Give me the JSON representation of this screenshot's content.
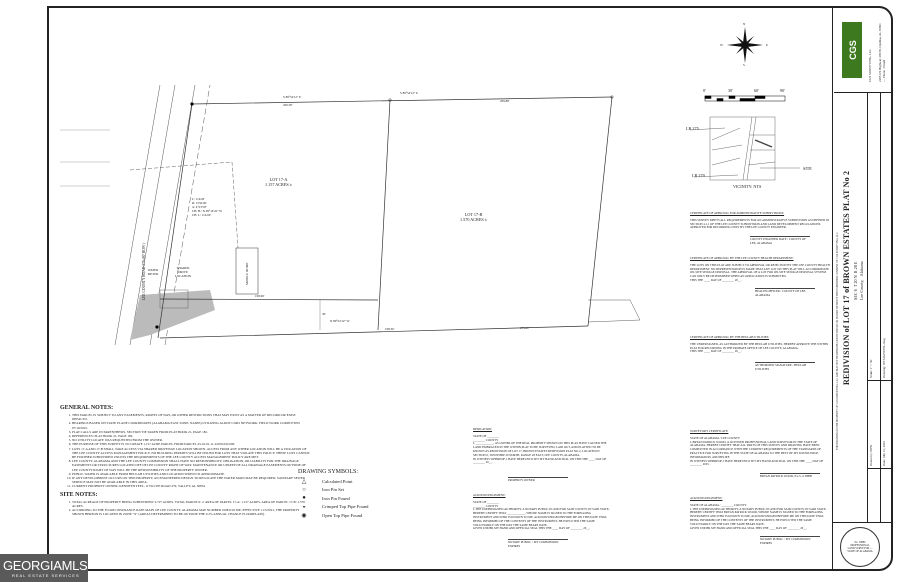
{
  "title_block": {
    "title": "REDIVISION of LOT 17 of BROWN ESTATES PLAT No 2",
    "sec": "SEC 6",
    "township": "T 20 N",
    "range": "R 28 E",
    "county": "Lee County,",
    "state": "Alabama",
    "drawn_by_label": "Drawn by:",
    "drawn_by": "BPW",
    "scale_label": "Scale:",
    "scale": "1\" = 50'",
    "date_label": "Date:",
    "date": "July 15, 2025",
    "drawing_label": "Drawing:",
    "drawing": "07152025TEEL.dwg",
    "disclaimer": "THIS DRAWING IS THE PROPERTY OF CGS SURVEYING, LLC AND MAY NOT BE REPRODUCED IN WHOLE OR IN PART WITHOUT THE EXPRESSED CONSENT OF CGS SURVEYING, LLC",
    "company": "CGS SURVEYING, LLC",
    "company_address": "2285 US Highway 280 W, Opelika, AL 36801 — Phone / Email",
    "seal_text": "No. 38880 PROFESSIONAL LAND SURVEYOR — STATE OF ALABAMA"
  },
  "plat": {
    "lot_a_name": "LOT 17-A",
    "lot_a_area": "1.157 ACRES ±",
    "lot_b_name": "LOT 17-B",
    "lot_b_area": "1.570 ACRES ±",
    "road_label": "LEE COUNTY ROAD 279 (80' ROW)",
    "curve_data": [
      "L: 119.02'",
      "R: 1550.00'",
      "Δ: 4°23'59\"",
      "CH. B.: N 09°14'22\" W",
      "CH. L: 119.00'"
    ],
    "water_meter": "WATER METER",
    "shared_drive": "SHARED DRIVE LOCATION",
    "mobile_home": "MOBILE HOME",
    "top_bearing_a": "S 89°54'12\" E",
    "top_dist_a": "200.58'",
    "top_bearing_b": "S 89°54'12\" E",
    "top_dist_b": "209.88'",
    "bottom_bearing": "N 89°54'12\" W",
    "bottom_dist": "198.36'",
    "south_dist_a": "198.69'",
    "south_dist_b": "275.61'",
    "setback": "30'",
    "vicinity_label": "VICINITY:  NTS",
    "site_label": "SITE",
    "lr_275": "LR 275",
    "lr_279": "LR 279",
    "scale_ticks": [
      "0'",
      "30'",
      "60'",
      "90'"
    ],
    "compass": [
      "N",
      "E",
      "S",
      "W"
    ]
  },
  "general_notes": {
    "heading": "GENERAL NOTES:",
    "items": [
      "This parcel is subject to any easements, rights of way, or other restrictions that may exist as a matter of record or exist defacto.",
      "Bearings based on state plane coordinates (Alabama East Zone, NAD83) utilizing ALDOT CORS network. Field work completed 07/10/2025.",
      "Plat calls are in parenthesis. Section tie taken from plat book 21, page 182.",
      "References: Plat book 21, page 182.",
      "No utility locate was requested from the owner.",
      "The purpose of this survey is to create 1.157 acre parcel from parcel 43-10-01-11-0-000-032.000.",
      "Lots 17-A and 17-B shall take access via shared driveway location shown. Access from any other location will be a violation of the Lee County access management policy. No building permits will be issued for lots that violate this policy. These lots cannot be further subdivided unless the requirements of the Lee County access management policy are met.",
      "Lee County, Alabama and the Lee County Commission shall have no responsibility, obligation, or liability for the drainage easements or structures located off of Lee County right of way. Maintenance or upkeep of all drainage easements outside of Lee County right of way will be the responsibility of the property owner.",
      "Public water is available from Beulah Utilities and location shown is approximate.",
      "If any development occurs on this property, an engineered design to relocate the water main may be required. Sanitary sewer service may not be available in this area.",
      "Current property owner:   Kenneth Teel, 11792 Lee Road 279, Valley, AL 36854"
    ]
  },
  "site_notes": {
    "heading": "SITE NOTES:",
    "items": [
      "Total acreage of property being subdivided: 2.727 acres. Total parcels: 2. Area of parcel 17-A: 1.157 acres. Area of parcel 17-B: 1.570 acres.",
      "According to the flood insurance rate maps of Lee County, Alabama map number 01081C0136E, effective 11/5/2021, the property shown hereon is located in zone \"X\" (areas determined to be outside the 0.2% annual chance floodplain)."
    ]
  },
  "drawing_symbols": {
    "heading": "DRAWING SYMBOLS:",
    "items": [
      {
        "icon": "triangle",
        "label": "Calculated Point"
      },
      {
        "icon": "open-circle",
        "label": "Iron Pin Set"
      },
      {
        "icon": "filled-circle",
        "label": "Iron Pin Found"
      },
      {
        "icon": "half-circle",
        "label": "Crimped Top Pipe Found"
      },
      {
        "icon": "hatched-circle",
        "label": "Open Top Pipe Found"
      }
    ]
  },
  "certificates": {
    "dedication": {
      "title": "DEDICATION:",
      "state": "STATE OF ________",
      "county": "________ COUNTY",
      "body": "I, ____________, as owner of the real property shown on this plat, have caused the land embraced in the within plat to be surveyed, laid out, and platted to be known as Redivision of Lot 17, Brown Estates Redivision Plat No 2, located in Section 6, Township 20 North, Range 28 East, Lee County, Alabama.",
      "witness": "In witness whereof, I have hereunto set my hand and seal on this the ____ day of ________ 20__.",
      "sig": "PROPERTY OWNER"
    },
    "ack_owner": {
      "title": "ACKNOWLEDGEMENT:",
      "state": "STATE OF ________",
      "county": "________ COUNTY",
      "body": "I, the undersigned authority, a Notary Public in and for said County, in said State, hereby certify that ____________, whose name is signed to the foregoing instrument and who is known to me, acknowledged before me on this date that, being informed of the contents of the instrument, he executed the same voluntarily on the day the same bears date.",
      "given": "Given under my hand and official seal this the ____ day of ________ 20__.",
      "sig": "NOTARY PUBLIC / MY COMMISSION EXPIRES"
    },
    "admin": {
      "title": "CERTIFICATE OF APPROVAL FOR ADMINISTRATIVE SUBDIVISIONS:",
      "body": "This survey meets all requirements for an administrative subdivision as defined in section 4.1.1 of the Lee County subdivision and land development regulations. Approved for recording only by the Lee County Engineer.",
      "sig": "COUNTY ENGINEER        DATE / COUNTY OF LEE, ALABAMA"
    },
    "health": {
      "title": "CERTIFICATE OF APPROVAL BY THE LEE COUNTY HEALTH DEPARTMENT:",
      "body": "The lots on this plat are subject to approval or rejection by the Lee County Health Department. No representation is made that any lot on this plat will accommodate on-site sewage disposal. The approval of a lot for on-site sewage disposal system can only be determined when an application is submitted.",
      "date": "This the ____ day of ________ 20__.",
      "sig": "HEALTH OFFICER / COUNTY OF LEE, ALABAMA"
    },
    "beulah": {
      "title": "CERTIFICATE OF APPROVAL BY THE BEULAH UTILITIES:",
      "body": "The undersigned, as authorized by the Beulah Utilities, hereby approve the within plat for recording in the Probate Office of Lee County, Alabama.",
      "date": "This the ____ day of ________ 20__.",
      "sig": "AUTHORIZED SIGNATURE / BEULAH UTILITIES"
    },
    "surveyor": {
      "title": "SURVEYOR'S CERTIFICATE:",
      "state": "STATE OF ALABAMA / LEE COUNTY",
      "body": "I, Bryan Patrick Wood, a licensed professional land surveyor in the State of Alabama, hereby certify that all parts of this survey and drawing have been completed in accordance with the current requirements of the standards of practice for surveying in the State of Alabama to the best of my knowledge, information, and belief.",
      "witness": "In witness whereof, I have hereunto set my hand and seal on this the ____ day of ________ 2025.",
      "sig": "BRYAN PATRICK WOOD, P.L.S. # 38880"
    },
    "ack_surveyor": {
      "title": "ACKNOWLEDGEMENT:",
      "state": "STATE OF ALABAMA / ________ COUNTY",
      "body": "I, the undersigned authority, a Notary Public in and for said County, in said State, hereby certify that Bryan Patrick Wood, whose name is signed to the foregoing instrument and who is known to me, acknowledged before me on this date that, being informed of the contents of the instrument, he executed the same voluntarily on the day the same bears date.",
      "given": "Given under my hand and official seal this the ____ day of ________ 20__.",
      "sig": "NOTARY PUBLIC / MY COMMISSION EXPIRES"
    }
  },
  "watermark": {
    "brand": "GEORGIAMLS",
    "tagline": "REAL ESTATE SERVICES"
  }
}
